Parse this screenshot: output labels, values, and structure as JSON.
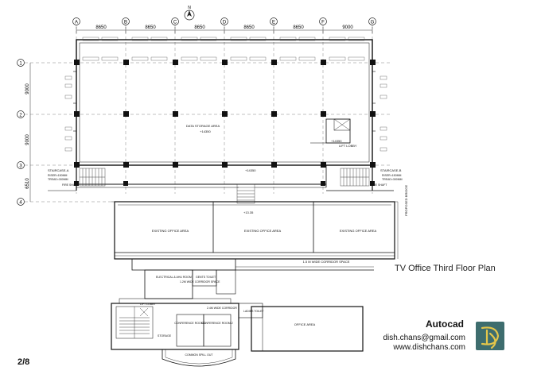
{
  "drawing": {
    "title": "TV Office Third Floor Plan",
    "page": "2/8",
    "north_label": "N"
  },
  "brand": {
    "name": "Autocad",
    "email": "dish.chans@gmail.com",
    "website": "www.dishchans.com",
    "logo_icon": "dc-monogram-icon",
    "logo_color": "#3e6d6e",
    "logo_mark_color": "#e4c64a"
  },
  "grid": {
    "columns": [
      "A",
      "B",
      "C",
      "D",
      "E",
      "F",
      "G"
    ],
    "column_spacings": [
      "8650",
      "8650",
      "8650",
      "8650",
      "8650",
      "9000"
    ],
    "rows": [
      "1",
      "2",
      "3",
      "4"
    ],
    "row_spacings": [
      "9000",
      "9000",
      "6510"
    ]
  },
  "rooms": {
    "data_storage": "DATA STORAGE AREA",
    "data_storage_level": "+14350",
    "lift_lobby_upper": "LIFT LOBBY",
    "lift_lobby_level": "+14350",
    "staircase_a": "STAIRCASE-A",
    "staircase_a_riser": "RISER=150MM",
    "staircase_a_tread": "TREAD=300MM",
    "staircase_b": "STAIRCASE-B",
    "staircase_b_riser": "RISER=150MM",
    "staircase_b_tread": "TREAD=300MM",
    "fire_shaft_left": "FIRE SHAFT",
    "fire_shaft_right": "FIRE SHAFT",
    "level_mid": "+14350",
    "level_ramp": "+13.35",
    "existing_office_1": "EXISTING OFFICE AREA",
    "existing_office_2": "EXISTING OFFICE AREA",
    "existing_office_3": "EXISTING OFFICE AREA",
    "corridor_main": "1.5 M WIDE CORRIDOR SPACE",
    "electrical_room": "ELECTRICAL & AHU ROOM",
    "gents_toilet": "GENTS TOILET",
    "corridor_small": "1.2M WIDE CORRIDOR SPACE",
    "lift_lobby_lower": "LIFT LOBBY",
    "corridor_2m": "2.4M WIDE CORRIDOR",
    "ladies_toilet": "LADIES TOILET",
    "office_area": "OFFICE AREA",
    "conference_1": "CONFERENCE ROOM-1",
    "conference_2": "CONFERENCE ROOM-2",
    "storage": "STORAGE",
    "common_spill_out": "COMMON SPILL OUT",
    "proposed_note": "PROPOSED BRIDGE"
  }
}
